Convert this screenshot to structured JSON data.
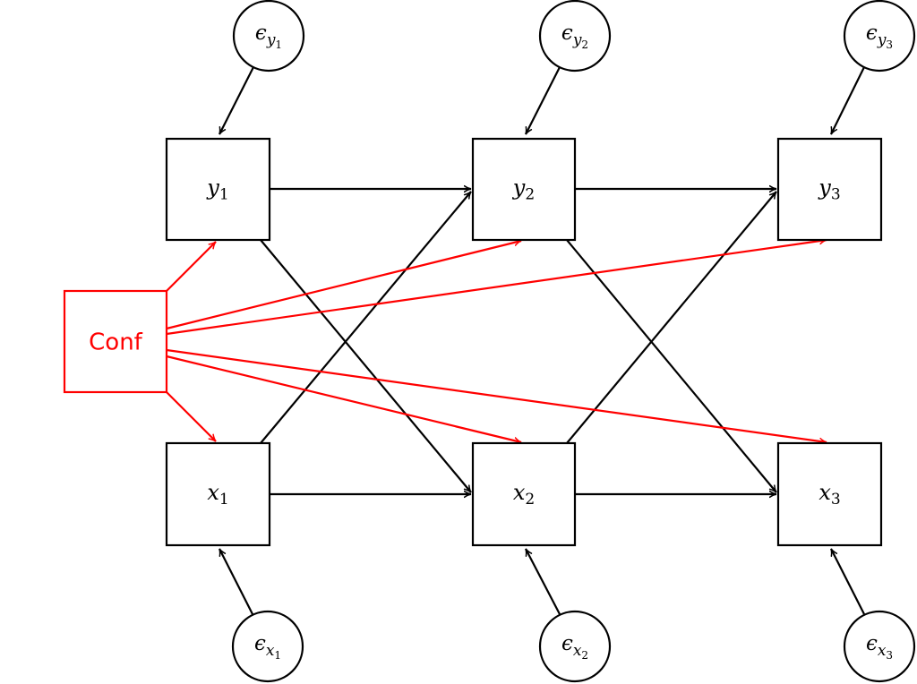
{
  "diagram": {
    "title": "",
    "colors": {
      "default": "#000000",
      "confounder": "#ff0000"
    },
    "nodes": [
      {
        "id": "y1",
        "shape": "box",
        "base": "y",
        "sub": "1",
        "color": "default"
      },
      {
        "id": "y2",
        "shape": "box",
        "base": "y",
        "sub": "2",
        "color": "default"
      },
      {
        "id": "y3",
        "shape": "box",
        "base": "y",
        "sub": "3",
        "color": "default"
      },
      {
        "id": "x1",
        "shape": "box",
        "base": "x",
        "sub": "1",
        "color": "default"
      },
      {
        "id": "x2",
        "shape": "box",
        "base": "x",
        "sub": "2",
        "color": "default"
      },
      {
        "id": "x3",
        "shape": "box",
        "base": "x",
        "sub": "3",
        "color": "default"
      },
      {
        "id": "conf",
        "shape": "box",
        "text": "Conf",
        "color": "confounder"
      },
      {
        "id": "ey1",
        "shape": "circle",
        "base": "ϵ",
        "sub": "y",
        "subsub": "1",
        "color": "default"
      },
      {
        "id": "ey2",
        "shape": "circle",
        "base": "ϵ",
        "sub": "y",
        "subsub": "2",
        "color": "default"
      },
      {
        "id": "ey3",
        "shape": "circle",
        "base": "ϵ",
        "sub": "y",
        "subsub": "3",
        "color": "default"
      },
      {
        "id": "ex1",
        "shape": "circle",
        "base": "ϵ",
        "sub": "x",
        "subsub": "1",
        "color": "default"
      },
      {
        "id": "ex2",
        "shape": "circle",
        "base": "ϵ",
        "sub": "x",
        "subsub": "2",
        "color": "default"
      },
      {
        "id": "ex3",
        "shape": "circle",
        "base": "ϵ",
        "sub": "x",
        "subsub": "3",
        "color": "default"
      }
    ],
    "edges": [
      {
        "from": "ey1",
        "to": "y1",
        "color": "default"
      },
      {
        "from": "ey2",
        "to": "y2",
        "color": "default"
      },
      {
        "from": "ey3",
        "to": "y3",
        "color": "default"
      },
      {
        "from": "ex1",
        "to": "x1",
        "color": "default"
      },
      {
        "from": "ex2",
        "to": "x2",
        "color": "default"
      },
      {
        "from": "ex3",
        "to": "x3",
        "color": "default"
      },
      {
        "from": "y1",
        "to": "y2",
        "color": "default"
      },
      {
        "from": "y2",
        "to": "y3",
        "color": "default"
      },
      {
        "from": "x1",
        "to": "x2",
        "color": "default"
      },
      {
        "from": "x2",
        "to": "x3",
        "color": "default"
      },
      {
        "from": "x1",
        "to": "y2",
        "color": "default"
      },
      {
        "from": "y1",
        "to": "x2",
        "color": "default"
      },
      {
        "from": "x2",
        "to": "y3",
        "color": "default"
      },
      {
        "from": "y2",
        "to": "x3",
        "color": "default"
      },
      {
        "from": "conf",
        "to": "y1",
        "color": "confounder"
      },
      {
        "from": "conf",
        "to": "y2",
        "color": "confounder"
      },
      {
        "from": "conf",
        "to": "y3",
        "color": "confounder"
      },
      {
        "from": "conf",
        "to": "x1",
        "color": "confounder"
      },
      {
        "from": "conf",
        "to": "x2",
        "color": "confounder"
      },
      {
        "from": "conf",
        "to": "x3",
        "color": "confounder"
      }
    ]
  }
}
